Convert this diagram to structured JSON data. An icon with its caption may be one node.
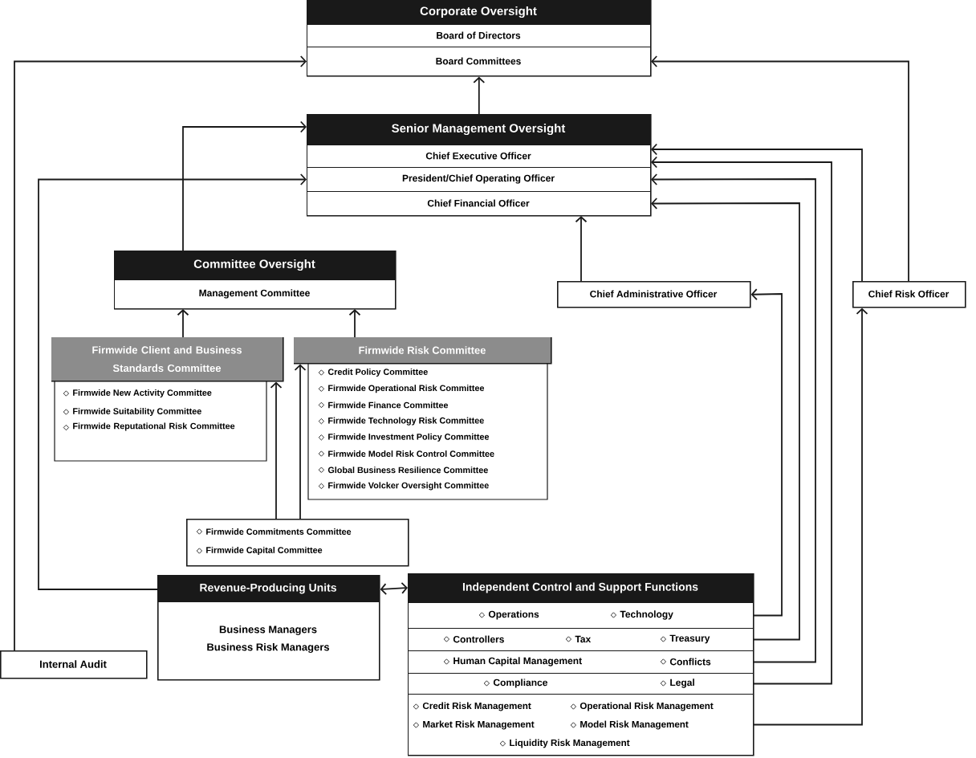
{
  "diagram": {
    "nodes": [
      {
        "text": [
          "Corporate Oversight"
        ]
      },
      {
        "text": [
          "Board of Directors"
        ],
        "in": 0
      },
      {
        "text": [
          "Board Committees"
        ],
        "in": 0
      },
      {
        "text": [
          "Senior Management Oversight"
        ]
      },
      {
        "text": [
          "Chief Executive Officer"
        ],
        "in": 3
      },
      {
        "text": [
          "President/Chief Operating Officer"
        ],
        "in": 3
      },
      {
        "text": [
          "Chief Financial Officer"
        ],
        "in": 3
      },
      {
        "text": [
          "Committee Oversight"
        ]
      },
      {
        "text": [
          "Management Committee"
        ],
        "in": 7
      },
      {
        "text": [
          "Firmwide Client and Business Standards Committee",
          "Firmwide New Activity Committee",
          "Firmwide Suitability Committee",
          "Firmwide Reputational Risk Committee"
        ]
      },
      {
        "text": [
          "Firmwide Risk Committee",
          "Credit Policy Committee",
          "Firmwide Operational Risk Committee",
          "Firmwide Finance Committee",
          "Firmwide Technology Risk Committee",
          "Firmwide Investment Policy Committee",
          "Firmwide Model Risk Control Committee",
          "Global Business Resilience Committee",
          "Firmwide Volcker Oversight Committee"
        ]
      },
      {
        "text": [
          "Firmwide Commitments Committee",
          "Firmwide Capital Committee"
        ]
      },
      {
        "text": [
          "Chief Administrative Officer"
        ]
      },
      {
        "text": [
          "Chief Risk Officer"
        ]
      },
      {
        "text": [
          "Revenue-Producing Units",
          "Business Managers",
          "Business Risk Managers"
        ]
      },
      {
        "text": [
          "Internal Audit"
        ]
      },
      {
        "text": [
          "Independent Control and Support Functions"
        ]
      },
      {
        "text": [
          "Operations",
          "Technology"
        ],
        "in": 16
      },
      {
        "text": [
          "Controllers",
          "Tax",
          "Treasury"
        ],
        "in": 16
      },
      {
        "text": [
          "Human Capital Management",
          "Conflicts"
        ],
        "in": 16
      },
      {
        "text": [
          "Compliance",
          "Legal"
        ],
        "in": 16
      },
      {
        "text": [
          "Credit Risk Management",
          "Operational Risk Management",
          "Market Risk Management",
          "Model Risk Management",
          "Liquidity Risk Management"
        ],
        "in": 16
      }
    ],
    "edges": [
      {
        "from": 15,
        "to": 2,
        "arrow": "to"
      },
      {
        "from": 13,
        "to": 2,
        "arrow": "to"
      },
      {
        "from": 3,
        "to": 0,
        "arrow": "to"
      },
      {
        "from": 7,
        "to": 3,
        "arrow": "to"
      },
      {
        "from": 14,
        "to": 5,
        "arrow": "to"
      },
      {
        "from": 12,
        "to": 6,
        "arrow": "to"
      },
      {
        "from": 17,
        "to": 12,
        "arrow": "to"
      },
      {
        "from": 20,
        "to": 4,
        "arrow": "to"
      },
      {
        "from": 13,
        "to": 4,
        "arrow": "to"
      },
      {
        "from": 19,
        "to": 5,
        "arrow": "to"
      },
      {
        "from": 18,
        "to": 6,
        "arrow": "to"
      },
      {
        "from": 21,
        "to": 13,
        "arrow": "to"
      },
      {
        "from": 9,
        "to": 8,
        "arrow": "to"
      },
      {
        "from": 10,
        "to": 8,
        "arrow": "to"
      },
      {
        "from": 11,
        "to": 9,
        "arrow": "to"
      },
      {
        "from": 11,
        "to": 10,
        "arrow": "to"
      },
      {
        "from": 14,
        "to": 16,
        "arrow": "both"
      }
    ]
  }
}
